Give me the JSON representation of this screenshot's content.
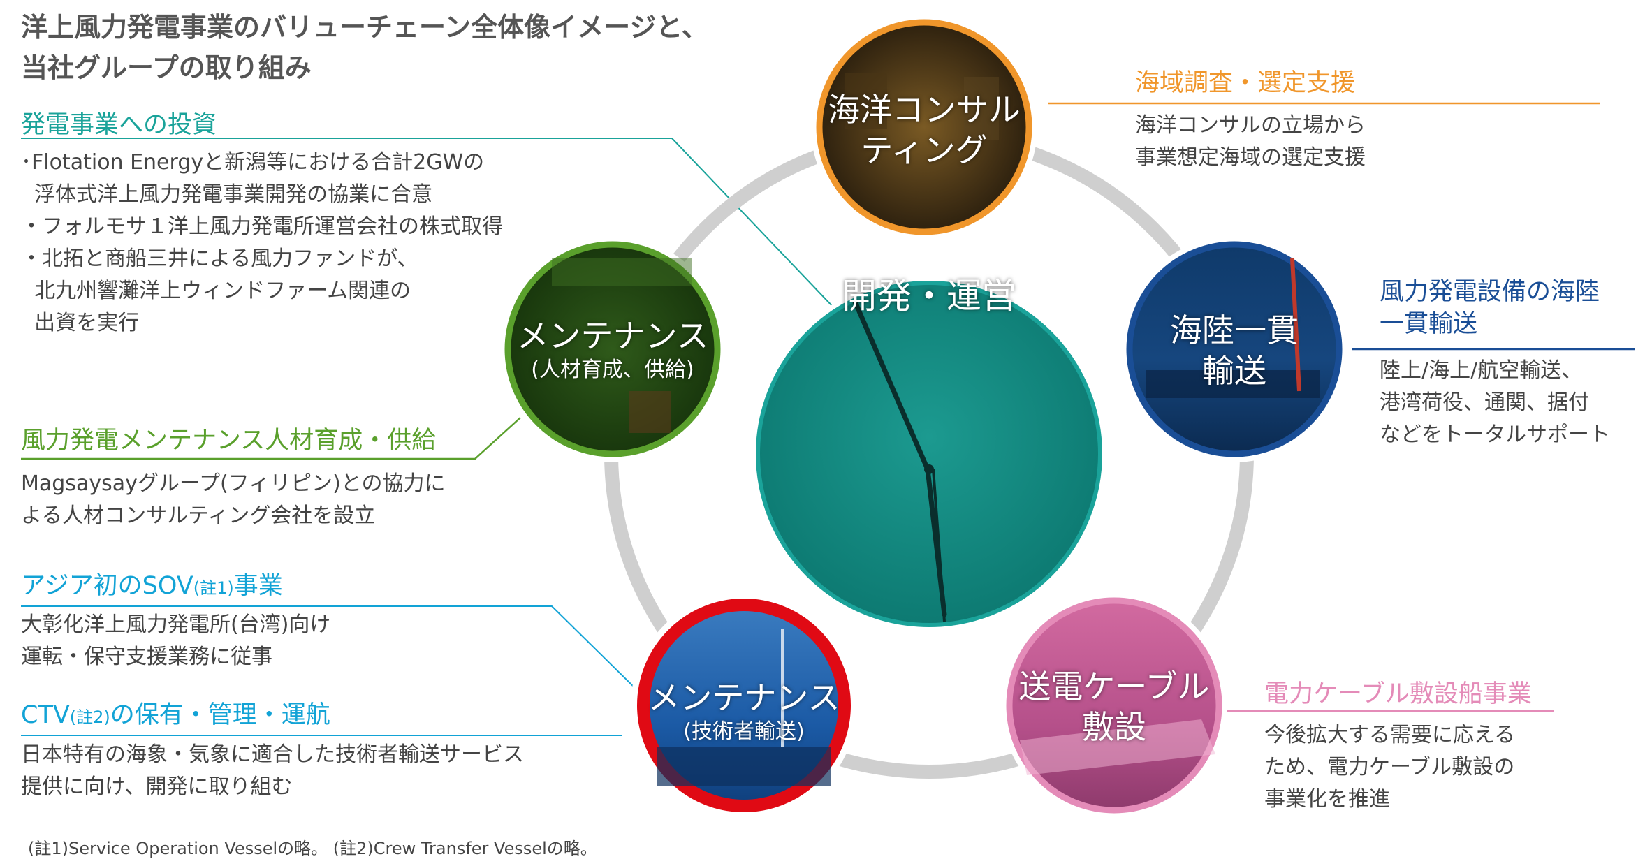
{
  "title_lines": [
    "洋上風力発電事業のバリューチェーン全体像イメージと、",
    "当社グループの取り組み"
  ],
  "colors": {
    "orange": "#f0962b",
    "teal": "#1aa39a",
    "blue": "#1a4e96",
    "green": "#5aa02c",
    "pink": "#e48bb8",
    "red": "#e00a14",
    "cyan": "#12a3d6",
    "ring_gray": "#cfcfcf"
  },
  "nodes": {
    "center": {
      "label": "開発・運営"
    },
    "consulting": {
      "label_lines": [
        "海洋コンサル",
        "ティング"
      ]
    },
    "transport": {
      "label_lines": [
        "海陸一貫",
        "輸送"
      ]
    },
    "cable": {
      "label_lines": [
        "送電ケーブル",
        "敷設"
      ]
    },
    "maint_tech": {
      "label": "メンテナンス",
      "sub": "(技術者輸送)"
    },
    "maint_hr": {
      "label": "メンテナンス",
      "sub": "(人材育成、供給)"
    }
  },
  "sections": {
    "investment": {
      "title": "発電事業への投資",
      "lines": [
        "･Flotation Energyと新潟等における合計2GWの",
        "  浮体式洋上風力発電事業開発の協業に合意",
        "・フォルモサ１洋上風力発電所運営会社の株式取得",
        "・北拓と商船三井による風力ファンドが、",
        "  北九州響灘洋上ウィンドファーム関連の",
        "  出資を実行"
      ]
    },
    "hr": {
      "title": "風力発電メンテナンス人材育成・供給",
      "lines": [
        "Magsaysayグループ(フィリピン)との協力に",
        "よる人材コンサルティング会社を設立"
      ]
    },
    "sov": {
      "title": "アジア初のSOV",
      "title_note": "(註1)",
      "title_suffix": "事業",
      "lines": [
        "大彰化洋上風力発電所(台湾)向け",
        "運転・保守支援業務に従事"
      ]
    },
    "ctv": {
      "title": "CTV",
      "title_note": "(註2)",
      "title_suffix": "の保有・管理・運航",
      "lines": [
        "日本特有の海象・気象に適合した技術者輸送サービス",
        "提供に向け、開発に取り組む"
      ]
    },
    "survey": {
      "title": "海域調査・選定支援",
      "lines": [
        "海洋コンサルの立場から",
        "事業想定海域の選定支援"
      ]
    },
    "transport": {
      "title_lines": [
        "風力発電設備の海陸",
        "一貫輸送"
      ],
      "lines": [
        "陸上/海上/航空輸送、",
        "港湾荷役、通関、据付",
        "などをトータルサポート"
      ]
    },
    "cable": {
      "title": "電力ケーブル敷設船事業",
      "lines": [
        "今後拡大する需要に応える",
        "ため、電力ケーブル敷設の",
        "事業化を推進"
      ]
    }
  },
  "footnote": "(註1)Service Operation Vesselの略。 (註2)Crew Transfer Vesselの略。"
}
